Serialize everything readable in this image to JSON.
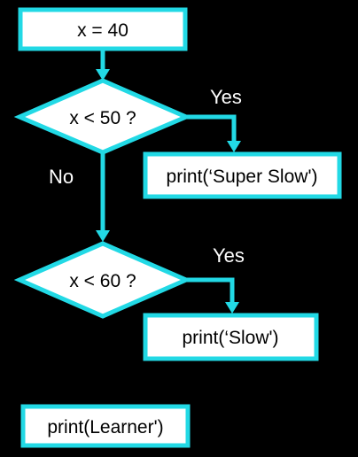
{
  "diagram": {
    "nodes": {
      "assign": {
        "text": "x = 40"
      },
      "cond1": {
        "text": "x < 50 ?"
      },
      "out1": {
        "text": "print(‘Super Slow')"
      },
      "cond2": {
        "text": "x < 60 ?"
      },
      "out2": {
        "text": "print(‘Slow')"
      },
      "out3": {
        "text": "print(Learner')"
      }
    },
    "edges": {
      "cond1_yes": {
        "label": "Yes"
      },
      "cond1_no": {
        "label": "No"
      },
      "cond2_yes": {
        "label": "Yes"
      }
    }
  },
  "colors": {
    "background": "#000000",
    "stroke": "#22d9e5",
    "node_fill": "#ffffff",
    "node_text": "#000000",
    "label_text": "#ffffff"
  }
}
